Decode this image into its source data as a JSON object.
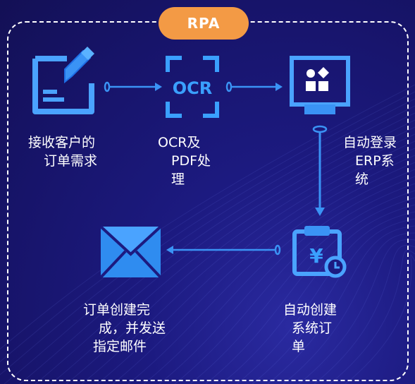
{
  "badge": "RPA",
  "colors": {
    "accent": "#1e6fe6",
    "badge": "#f39a45",
    "background": "#1c1a80",
    "frame": "#ffffff"
  },
  "icons": {
    "receive": "form-with-pen-icon",
    "ocr": "ocr-scan-icon",
    "erp": "erp-monitor-icon",
    "create": "clipboard-yuan-clock-icon",
    "mail": "envelope-icon"
  },
  "steps": {
    "receive": [
      "接收客户的",
      "订单需求"
    ],
    "ocr": [
      "OCR及",
      "PDF处",
      "理"
    ],
    "erp": [
      "自动登录",
      "ERP系",
      "统"
    ],
    "create": [
      "自动创建",
      "系统订",
      "单"
    ],
    "mail": [
      "订单创建完",
      "成，并发送",
      "指定邮件"
    ]
  },
  "ocr_text": "OCR",
  "erp_text": "ERP"
}
